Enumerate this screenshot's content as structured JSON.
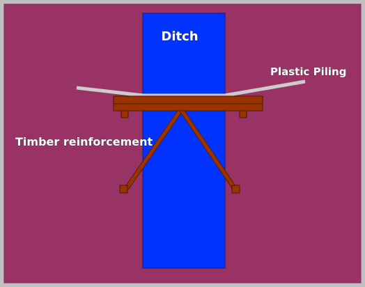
{
  "labels": {
    "ditch": "Ditch",
    "plastic_piling": "Plastic Piling",
    "timber_reinforcement": "Timber reinforcement"
  },
  "colors": {
    "frame": "#c0c0c0",
    "background": "#993366",
    "ditch": "#0033ff",
    "timber": "#993300",
    "timber_outline": "#5a1e00",
    "piling": "#cccccc"
  }
}
